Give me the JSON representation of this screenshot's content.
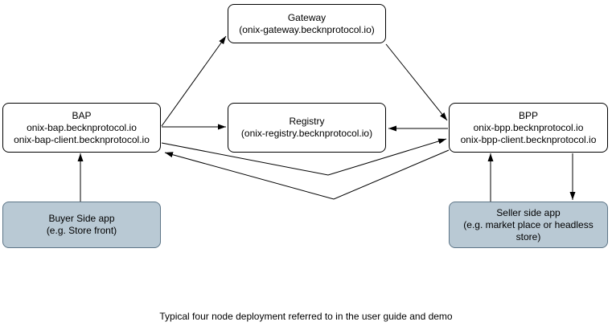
{
  "caption": "Typical four node deployment referred to in the user guide and demo",
  "colors": {
    "background": "#ffffff",
    "node_fill": "#ffffff",
    "node_border": "#000000",
    "app_node_fill": "#b9c9d4",
    "app_node_border": "#5d7587",
    "arrow": "#000000",
    "text": "#000000"
  },
  "nodes": {
    "gateway": {
      "title": "Gateway",
      "sub1": "(onix-gateway.becknprotocol.io)"
    },
    "bap": {
      "title": "BAP",
      "sub1": "onix-bap.becknprotocol.io",
      "sub2": "onix-bap-client.becknprotocol.io"
    },
    "registry": {
      "title": "Registry",
      "sub1": "(onix-registry.becknprotocol.io)"
    },
    "bpp": {
      "title": "BPP",
      "sub1": "onix-bpp.becknprotocol.io",
      "sub2": "onix-bpp-client.becknprotocol.io"
    },
    "buyer_app": {
      "title": "Buyer Side app",
      "sub1": "(e.g. Store front)"
    },
    "seller_app": {
      "title": "Seller side app",
      "sub1": "(e.g. market place or headless store)"
    }
  },
  "edges": [
    {
      "from": "BAP",
      "to": "Gateway",
      "style": "one-way-arrow"
    },
    {
      "from": "Gateway",
      "to": "BPP",
      "style": "one-way-arrow"
    },
    {
      "from": "BAP",
      "to": "Registry",
      "style": "one-way-arrow"
    },
    {
      "from": "BPP",
      "to": "Registry",
      "style": "one-way-arrow"
    },
    {
      "from": "BAP",
      "to": "BPP",
      "style": "one-way-arrow"
    },
    {
      "from": "BPP",
      "to": "BAP",
      "style": "one-way-arrow"
    },
    {
      "from": "Buyer Side app",
      "to": "BAP",
      "style": "one-way-arrow"
    },
    {
      "from": "Seller side app",
      "to": "BPP",
      "style": "one-way-arrow"
    },
    {
      "from": "BPP",
      "to": "Seller side app",
      "style": "one-way-arrow"
    }
  ]
}
